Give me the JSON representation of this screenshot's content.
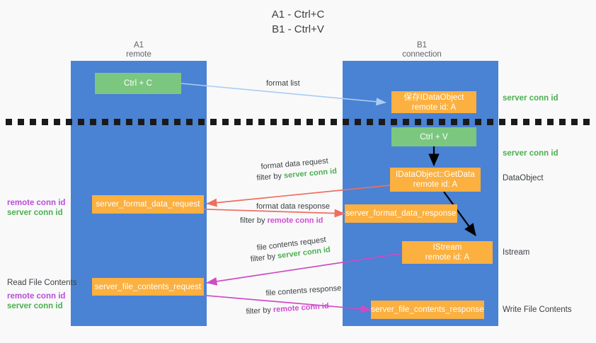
{
  "title": "A1 - Ctrl+C\nB1 - Ctrl+V",
  "lanes": [
    {
      "name": "A1",
      "sub": "remote"
    },
    {
      "name": "B1",
      "sub": "connection"
    }
  ],
  "boxes": [
    {
      "id": "ctrl-c",
      "line1": "Ctrl + C",
      "line2": "",
      "color": "green"
    },
    {
      "id": "save-idataobject",
      "line1": "保存IDataObject",
      "line2": "remote id: A",
      "color": "orange"
    },
    {
      "id": "ctrl-v",
      "line1": "Ctrl + V",
      "line2": "",
      "color": "green"
    },
    {
      "id": "idataobject-getdata",
      "line1": "IDataObject::GetData",
      "line2": "remote id: A",
      "color": "orange"
    },
    {
      "id": "format-data-request",
      "line1": "server_format_data_request",
      "line2": "",
      "color": "orange"
    },
    {
      "id": "format-data-response",
      "line1": "server_format_data_response",
      "line2": "",
      "color": "orange"
    },
    {
      "id": "istream",
      "line1": "IStream",
      "line2": "remote id: A",
      "color": "orange"
    },
    {
      "id": "file-contents-request",
      "line1": "server_file_contents_request",
      "line2": "",
      "color": "orange"
    },
    {
      "id": "file-contents-response",
      "line1": "server_file_contents_response",
      "line2": "",
      "color": "orange"
    }
  ],
  "side_labels": {
    "server_conn_id_1": "server conn id",
    "server_conn_id_2": "server conn id",
    "dataobject": "DataObject",
    "istream": "Istream",
    "write_file_contents": "Write File Contents",
    "read_file_contents": "Read File Contents",
    "remote_conn_id_left_1": "remote conn id",
    "server_conn_id_left_1": "server conn id",
    "remote_conn_id_left_2": "remote conn id",
    "server_conn_id_left_2": "server conn id"
  },
  "arrow_labels": {
    "format_list": "format list",
    "format_data_request": "format data request",
    "format_data_request_filter_prefix": "filter by ",
    "format_data_request_filter_value": "server conn id",
    "format_data_response": "format data response",
    "format_data_response_filter_prefix": "filter by ",
    "format_data_response_filter_value": "remote conn id",
    "file_contents_request": "file contents request",
    "file_contents_request_filter_prefix": "filter by ",
    "file_contents_request_filter_value": "server conn id",
    "file_contents_response": "file contents response",
    "file_contents_response_filter_prefix": "filter by ",
    "file_contents_response_filter_value": "remote conn id"
  },
  "colors": {
    "lane": "#4a82d4",
    "green_box": "#7cc77f",
    "orange_box": "#fbb040",
    "green_text": "#4caf50",
    "purple_text": "#b84ed8",
    "magenta_text": "#d44ad4",
    "arrow_blue": "#a9cdf0",
    "arrow_red": "#ef6e5e",
    "arrow_magenta": "#cf4bc4",
    "arrow_black": "#000000",
    "background": "#f9f9fa"
  }
}
